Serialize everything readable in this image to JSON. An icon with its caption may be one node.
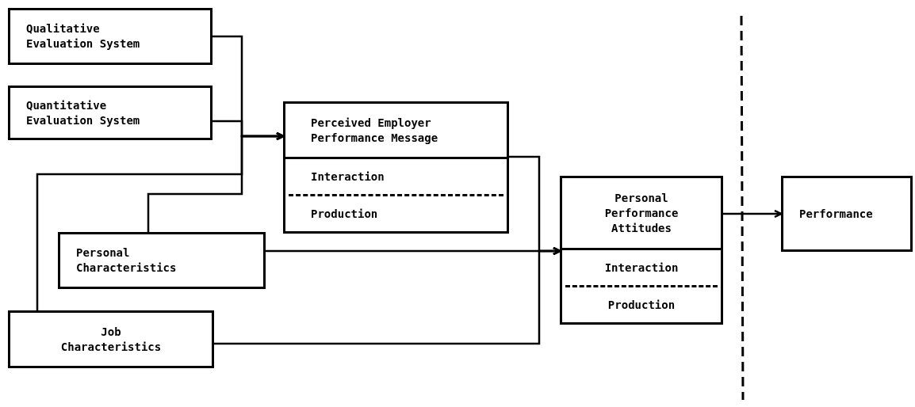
{
  "diagram": {
    "nodes": [
      {
        "text": [
          "Qualitative Evaluation System"
        ]
      },
      {
        "text": [
          "Quantitative Evaluation System"
        ]
      },
      {
        "text": [
          "Perceived Employer Performance Message",
          "Interaction",
          "Production"
        ]
      },
      {
        "text": [
          "Personal Characteristics"
        ]
      },
      {
        "text": [
          "Job Characteristics"
        ]
      },
      {
        "text": [
          "Personal Performance Attitudes",
          "Interaction",
          "Production"
        ]
      },
      {
        "text": [
          "Performance"
        ]
      }
    ],
    "edges": [
      {
        "from": 0,
        "to": 2,
        "arrow": "to"
      },
      {
        "from": 1,
        "to": 2,
        "arrow": "to"
      },
      {
        "from": 4,
        "to": 2,
        "arrow": "to"
      },
      {
        "from": 3,
        "to": 2,
        "arrow": "to"
      },
      {
        "from": 2,
        "to": 5,
        "arrow": "to"
      },
      {
        "from": 3,
        "to": 5,
        "arrow": "to"
      },
      {
        "from": 4,
        "to": 5,
        "arrow": "to"
      },
      {
        "from": 5,
        "to": 6,
        "arrow": "to"
      }
    ]
  }
}
